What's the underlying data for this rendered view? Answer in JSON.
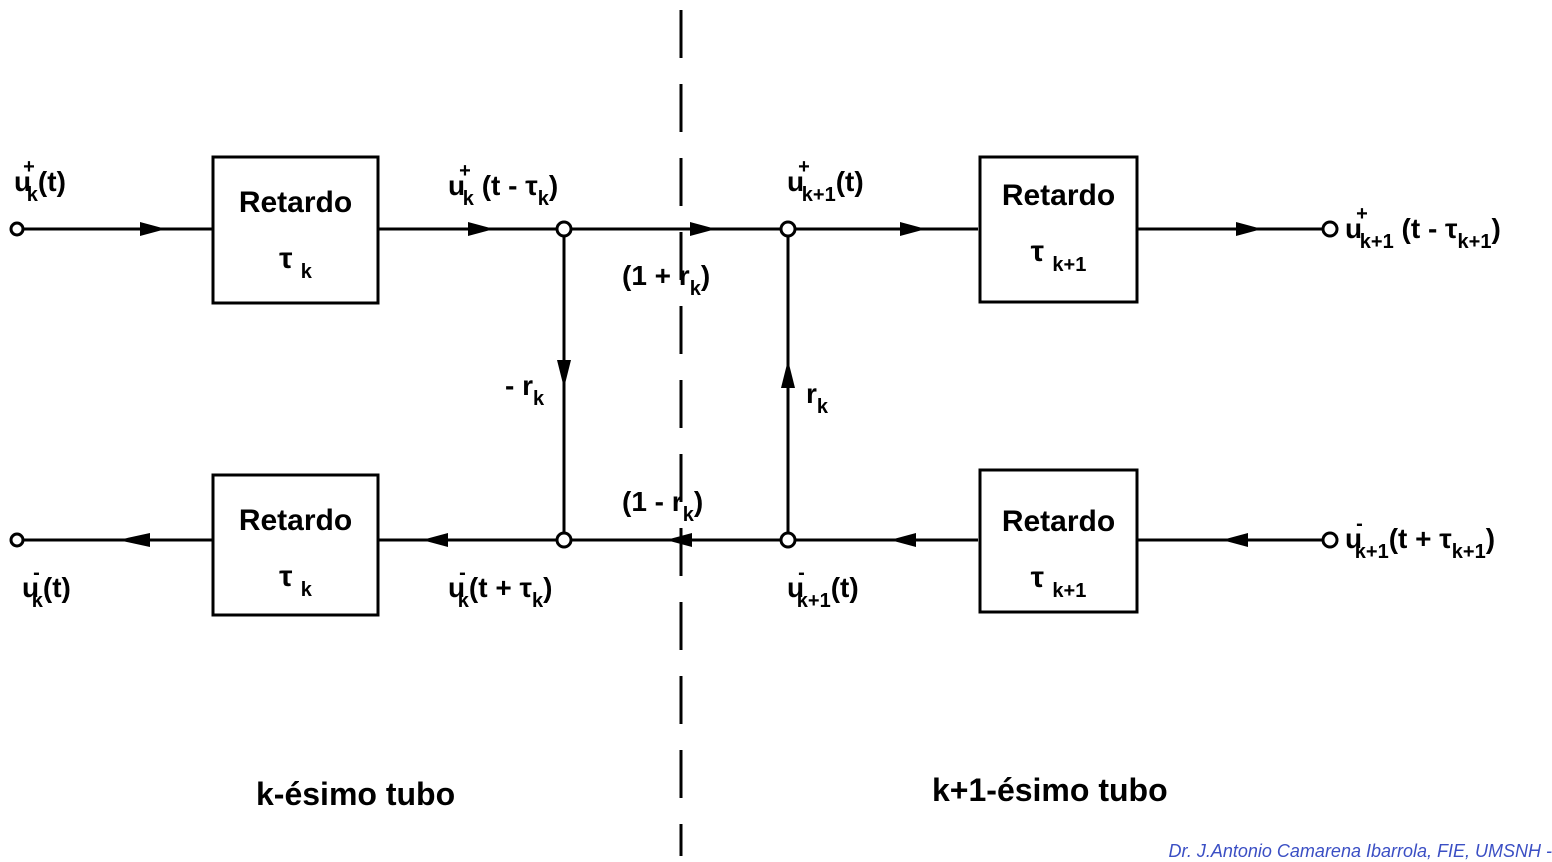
{
  "blocks": {
    "top_left": {
      "title": "Retardo",
      "symbol": "τ",
      "sub": "k"
    },
    "top_right": {
      "title": "Retardo",
      "symbol": "τ",
      "sub": "k+1"
    },
    "bottom_left": {
      "title": "Retardo",
      "symbol": "τ",
      "sub": "k"
    },
    "bottom_right": {
      "title": "Retardo",
      "symbol": "τ",
      "sub": "k+1"
    }
  },
  "signals": {
    "in_top": {
      "base": "u",
      "sup": "+",
      "sub": "k",
      "arg": "(t)"
    },
    "mid_top_left": {
      "base": "u",
      "sup": "+",
      "sub": "k",
      "arg": "(t - τ",
      "arg_sub": "k",
      "arg_end": ")"
    },
    "mid_top_right": {
      "base": "u",
      "sup": "+",
      "sub": "k+1",
      "arg": "(t)"
    },
    "out_top": {
      "base": "u",
      "sup": "+",
      "sub": "k+1",
      "arg": "(t - τ",
      "arg_sub": "k+1",
      "arg_end": ")"
    },
    "out_bottom": {
      "base": "u",
      "sup": "-",
      "sub": "k",
      "arg": "(t)"
    },
    "mid_bot_left": {
      "base": "u",
      "sup": "-",
      "sub": "k",
      "arg": "(t + τ",
      "arg_sub": "k",
      "arg_end": ")"
    },
    "mid_bot_right": {
      "base": "u",
      "sup": "-",
      "sub": "k+1",
      "arg": "(t)"
    },
    "in_bottom": {
      "base": "u",
      "sup": "-",
      "sub": "k+1",
      "arg": "(t + τ",
      "arg_sub": "k+1",
      "arg_end": ")"
    }
  },
  "gains": {
    "forward": {
      "pre": "(1 + r",
      "sub": "k",
      "post": ")"
    },
    "backward": {
      "pre": "(1 - r",
      "sub": "k",
      "post": ")"
    },
    "reflect_down": {
      "pre": "- r",
      "sub": "k"
    },
    "reflect_up": {
      "pre": "r",
      "sub": "k"
    }
  },
  "regions": {
    "left": "k-ésimo tubo",
    "right": "k+1-ésimo tubo"
  },
  "footer": "Dr. J.Antonio Camarena Ibarrola, FIE, UMSNH -"
}
